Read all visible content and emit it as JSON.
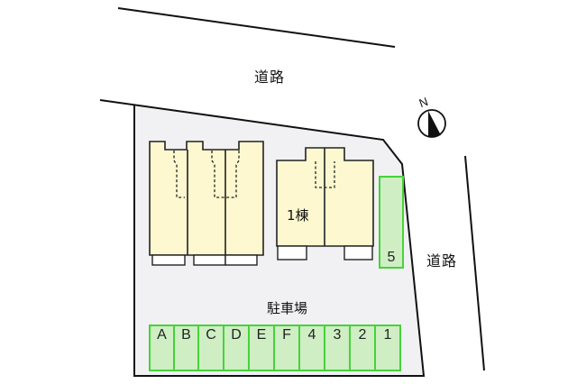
{
  "roads": {
    "north_label": "道路",
    "east_label": "道路"
  },
  "building": {
    "label": "1棟"
  },
  "parking": {
    "label": "駐車場",
    "row_slots": [
      "A",
      "B",
      "C",
      "D",
      "E",
      "F",
      "4",
      "3",
      "2",
      "1"
    ],
    "side_slot": "5"
  },
  "compass": {
    "north_label": "N"
  },
  "colors": {
    "lot_fill": "#f1f1f3",
    "building_fill": "#fdf8cf",
    "parking_fill": "#cfeec4",
    "parking_border": "#45d33a",
    "line": "#111111"
  }
}
